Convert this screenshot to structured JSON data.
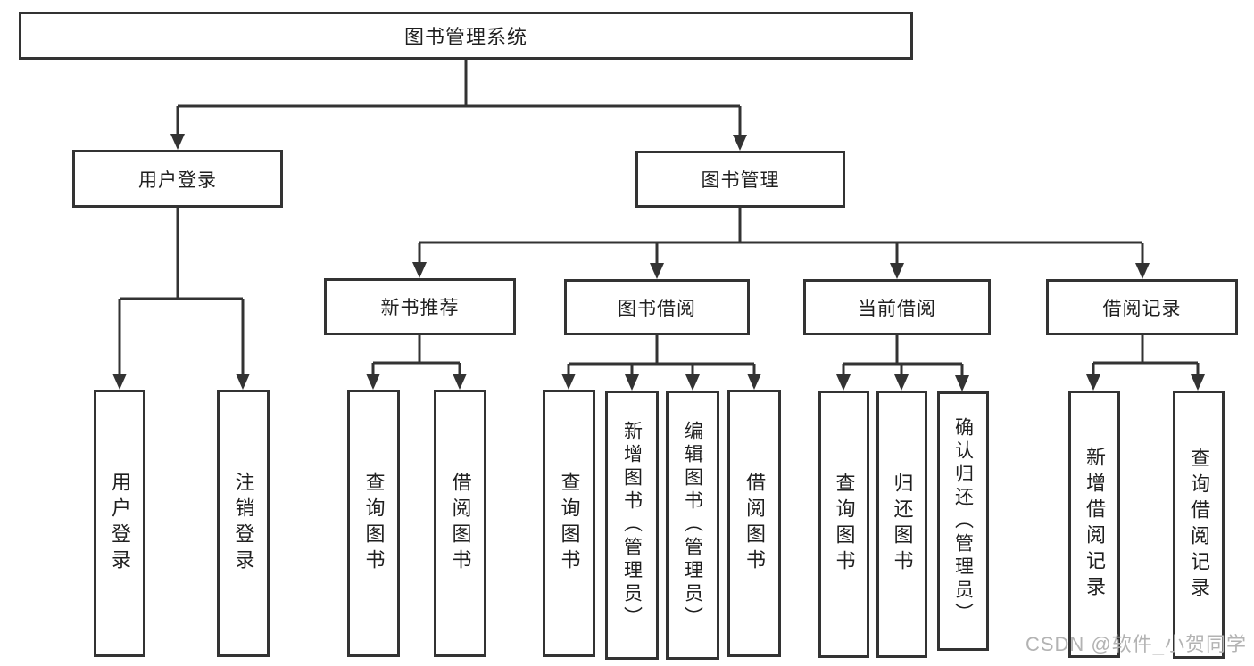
{
  "diagram": {
    "root": "图书管理系统",
    "user_login": {
      "label": "用户登录",
      "children": [
        "用户登录",
        "注销登录"
      ]
    },
    "book_mgmt": {
      "label": "图书管理",
      "new_books": {
        "label": "新书推荐",
        "children": [
          "查询图书",
          "借阅图书"
        ]
      },
      "borrowing": {
        "label": "图书借阅",
        "children": [
          "查询图书",
          "新增图书（管理员）",
          "编辑图书（管理员）",
          "借阅图书"
        ]
      },
      "current": {
        "label": "当前借阅",
        "children": [
          "查询图书",
          "归还图书",
          "确认归还（管理员）"
        ]
      },
      "records": {
        "label": "借阅记录",
        "children": [
          "新增借阅记录",
          "查询借阅记录"
        ]
      }
    }
  },
  "watermark": {
    "text": "CSDN @软件_小贺同学"
  },
  "colors": {
    "line": "#333333",
    "text": "#1f1f1f",
    "watermark": "#b3b3b3",
    "background": "#ffffff"
  }
}
